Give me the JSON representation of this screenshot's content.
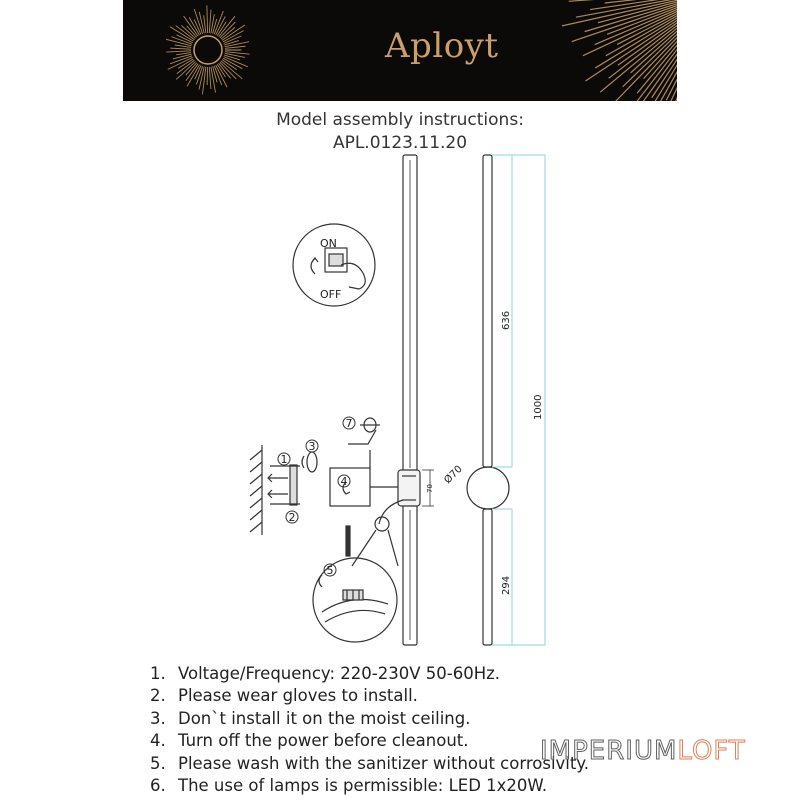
{
  "banner": {
    "brand": "Aployt",
    "logo": "sunburst-logo",
    "colors": {
      "background": "#0b0a08",
      "gold": "#c9a06a"
    }
  },
  "title": {
    "line1": "Model assembly instructions:",
    "line2": "APL.0123.11.20"
  },
  "drawing": {
    "switch_on": "ON",
    "switch_off": "OFF",
    "dim_636": "636",
    "dim_1000": "1000",
    "dim_294": "294",
    "dim_70": "70",
    "dim_d70": "Ø70",
    "steps": [
      "1",
      "2",
      "3",
      "4",
      "5",
      "7"
    ],
    "colors": {
      "dimension": "#8fd3d9",
      "line": "#333333"
    }
  },
  "instructions": [
    {
      "num": "1.",
      "text": "Voltage/Frequency: 220-230V 50-60Hz."
    },
    {
      "num": "2.",
      "text": "Please wear gloves to install."
    },
    {
      "num": "3.",
      "text": "Don`t install it on the moist ceiling."
    },
    {
      "num": "4.",
      "text": "Turn off the power before cleanout."
    },
    {
      "num": "5.",
      "text": "Please wash with the sanitizer without corrosivity."
    },
    {
      "num": "6.",
      "text": "The use of lamps is permissible: LED 1x20W."
    }
  ],
  "watermark": {
    "part1": "IMPERIUM",
    "part2": "LOFT"
  }
}
